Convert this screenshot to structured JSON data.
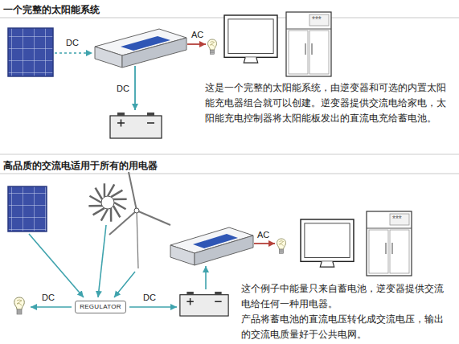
{
  "diagram": {
    "nodes": [
      {
        "text": [
          "REGULATOR"
        ]
      }
    ],
    "labels": [
      "一个完整的太阳能系统",
      "DC",
      "AC",
      "***",
      "DC",
      "这是一个完整的太阳能系统，由逆变器和可选的内置太阳能充电器组合就可以创建。逆变器提供交流电给家电，太阳能充电控制器将太阳能板发出的直流电充给蓄电池。",
      "高品质的交流电适用于所有的用电器",
      "***",
      "AC",
      "DC",
      "DC",
      "这个例子中能量只来自蓄电池，逆变器提供交流电给任何一种用电器。",
      "产品将蓄电池的直流电压转化成交流电压，输出的交流电质量好于公共电网。"
    ]
  }
}
